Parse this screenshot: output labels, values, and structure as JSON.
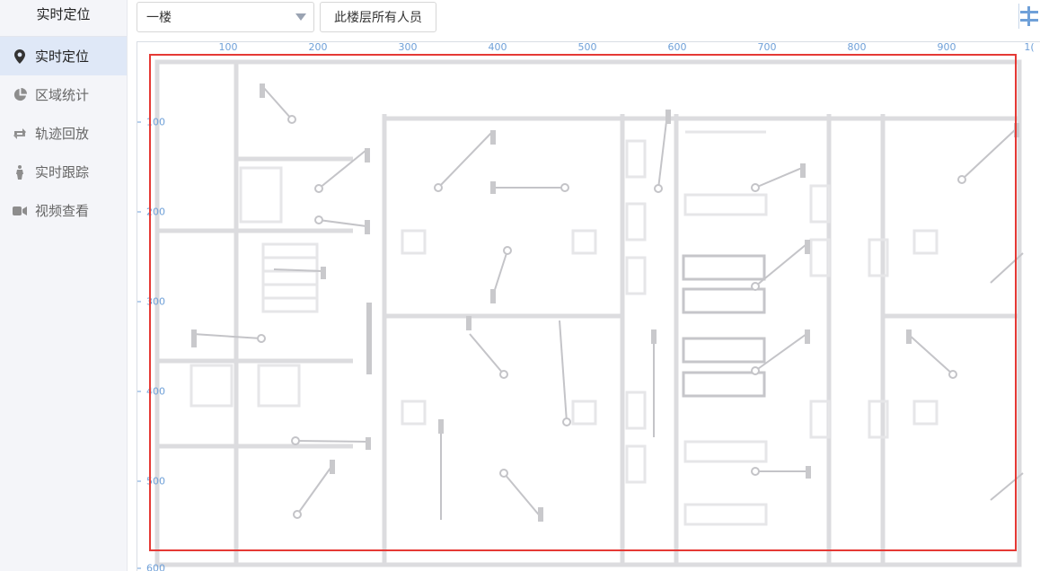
{
  "sidebar": {
    "title": "实时定位",
    "items": [
      {
        "label": "实时定位",
        "icon": "map-pin-icon",
        "active": true
      },
      {
        "label": "区域统计",
        "icon": "pie-chart-icon",
        "active": false
      },
      {
        "label": "轨迹回放",
        "icon": "replay-icon",
        "active": false
      },
      {
        "label": "实时跟踪",
        "icon": "person-icon",
        "active": false
      },
      {
        "label": "视频查看",
        "icon": "video-camera-icon",
        "active": false
      }
    ]
  },
  "toolbar": {
    "floor_value": "一楼",
    "all_people_label": "此楼层所有人员",
    "settings_icon": "filter-settings-icon"
  },
  "map": {
    "x_ticks": [
      "100",
      "200",
      "300",
      "400",
      "500",
      "600",
      "700",
      "800",
      "900",
      "1("
    ],
    "y_ticks": [
      "100",
      "200",
      "300",
      "400",
      "500",
      "600"
    ],
    "accent_color": "#6fa0d8",
    "selection_color": "#e53935"
  }
}
